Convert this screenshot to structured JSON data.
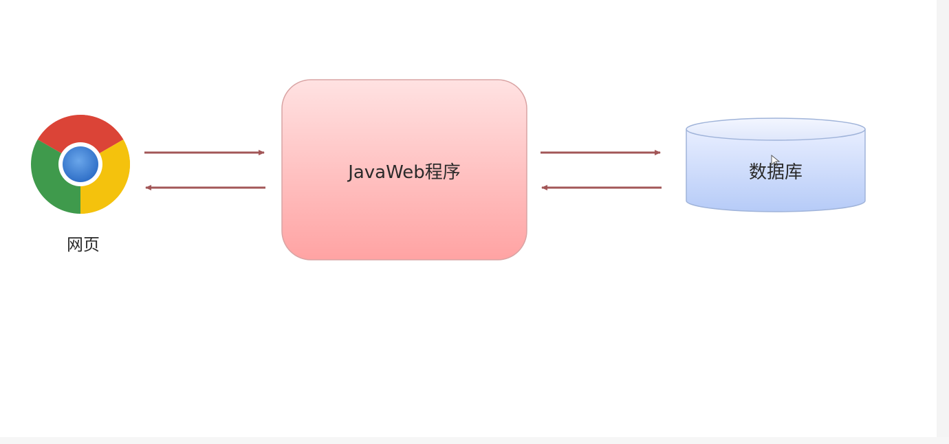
{
  "nodes": {
    "browser": {
      "label": "网页",
      "icon": "chrome-browser-icon"
    },
    "app": {
      "label": "JavaWeb程序"
    },
    "database": {
      "label": "数据库",
      "icon": "database-cylinder-icon"
    }
  },
  "colors": {
    "arrow": "#a25657",
    "app_fill_top": "#ffe2e2",
    "app_fill_bottom": "#ffa3a3",
    "db_fill_top": "#e8eeff",
    "db_fill_bottom": "#b6cbf7"
  }
}
